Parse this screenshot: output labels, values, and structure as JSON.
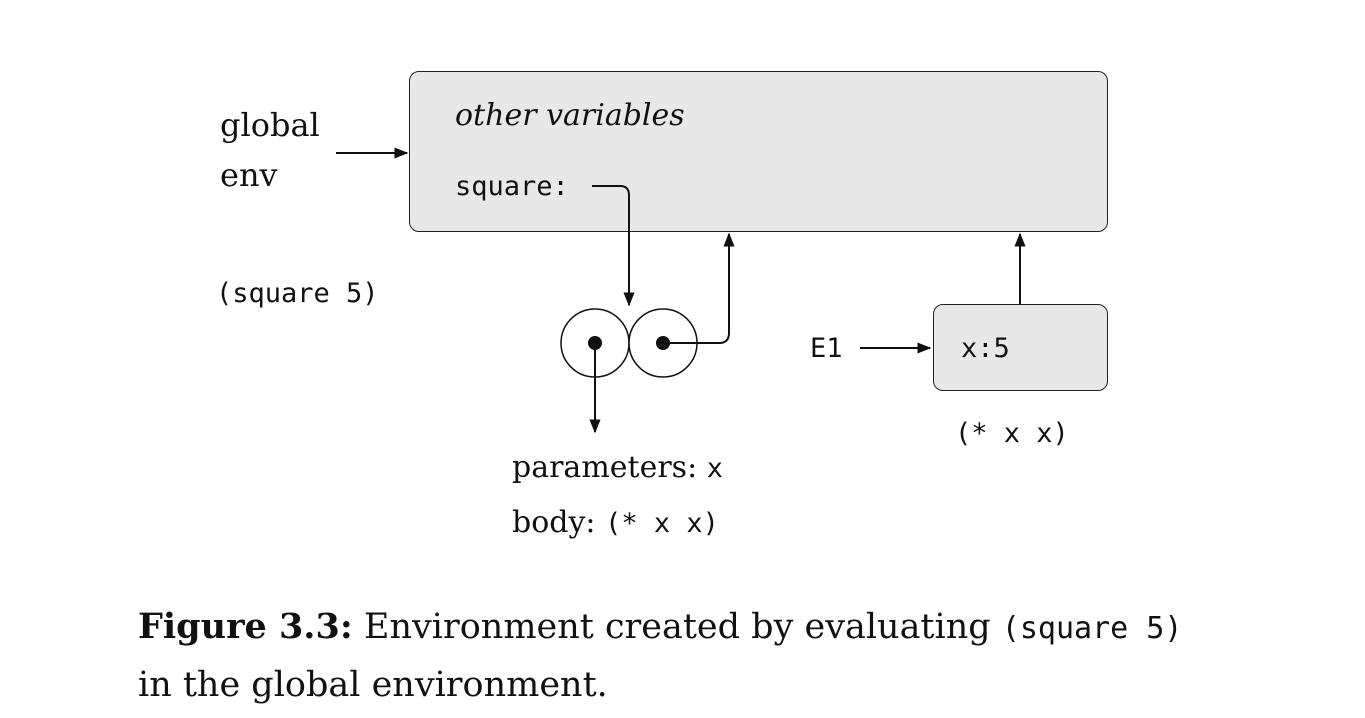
{
  "global_env": {
    "line1": "global",
    "line2": "env"
  },
  "global_frame": {
    "other_variables": "other variables",
    "binding": "square:"
  },
  "expression_square": "(square 5)",
  "procedure": {
    "parameters_label": "parameters:",
    "parameters_value": "x",
    "body_label": "body:",
    "body_value": "(* x x)"
  },
  "env_e1": {
    "label": "E1",
    "binding": "x:5",
    "body": "(* x x)"
  },
  "caption": {
    "figure_label": "Figure 3.3:",
    "text_before": "Environment created by evaluating",
    "code": "(square 5)",
    "text_after": "in the global environment."
  },
  "colors": {
    "frame_fill": "#e8e8e8",
    "stroke": "#111111"
  }
}
